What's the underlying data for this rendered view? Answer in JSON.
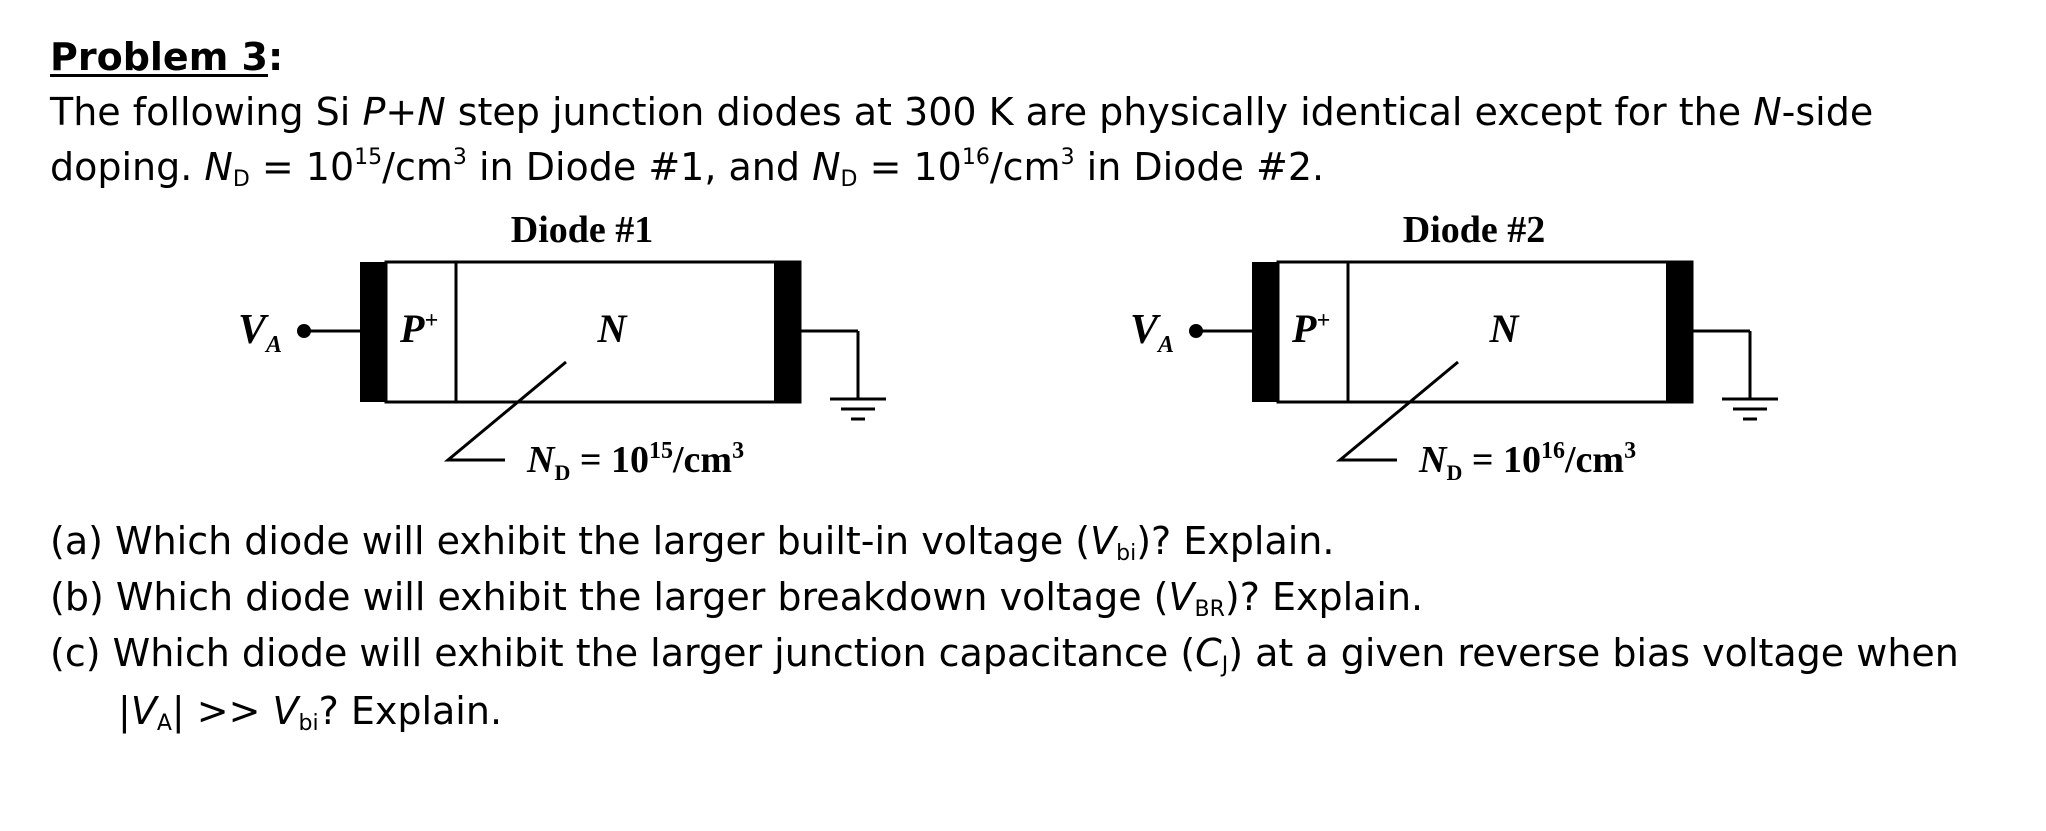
{
  "problem": {
    "title": "Problem 3",
    "colon": ":",
    "intro_line1": {
      "a": "The following Si ",
      "pn": "P+N",
      "b": " step junction diodes at 300 K are physically identical except for the ",
      "nside": "N",
      "c": "-side"
    },
    "intro_line2": {
      "a": "doping.  ",
      "nd1_sym": "N",
      "nd1_sub": "D",
      "nd1_eq": " = 10",
      "nd1_exp": "15",
      "nd1_unit": "/cm",
      "nd1_unit_exp": "3",
      "mid": " in Diode #1, and ",
      "nd2_sym": "N",
      "nd2_sub": "D",
      "nd2_eq": " = 10",
      "nd2_exp": "16",
      "nd2_unit": "/cm",
      "nd2_unit_exp": "3",
      "end": " in Diode #2."
    }
  },
  "diodes": [
    {
      "label": "Diode #1",
      "terminal": "V",
      "terminal_sub": "A",
      "p_region": "P",
      "p_sup": "+",
      "n_region": "N",
      "doping_sym": "N",
      "doping_sub": "D",
      "doping_eq": " = 10",
      "doping_exp": "15",
      "doping_unit": "/cm",
      "doping_unit_exp": "3"
    },
    {
      "label": "Diode #2",
      "terminal": "V",
      "terminal_sub": "A",
      "p_region": "P",
      "p_sup": "+",
      "n_region": "N",
      "doping_sym": "N",
      "doping_sub": "D",
      "doping_eq": " = 10",
      "doping_exp": "16",
      "doping_unit": "/cm",
      "doping_unit_exp": "3"
    }
  ],
  "questions": {
    "a": {
      "pre": "(a) Which diode will exhibit the larger built-in voltage (",
      "sym": "V",
      "sub": "bi",
      "post": ")?  Explain."
    },
    "b": {
      "pre": "(b) Which diode will exhibit the larger breakdown voltage (",
      "sym": "V",
      "sub": "BR",
      "post": ")?  Explain."
    },
    "c": {
      "pre": "(c) Which diode will exhibit the larger junction capacitance (",
      "sym": "C",
      "sub": "J",
      "post": ") at a given reverse bias voltage when"
    },
    "c2": {
      "bar1": "|",
      "sym1": "V",
      "sub1": "A",
      "bar2": "| >> ",
      "sym2": "V",
      "sub2": "bi",
      "post": "?  Explain."
    }
  }
}
